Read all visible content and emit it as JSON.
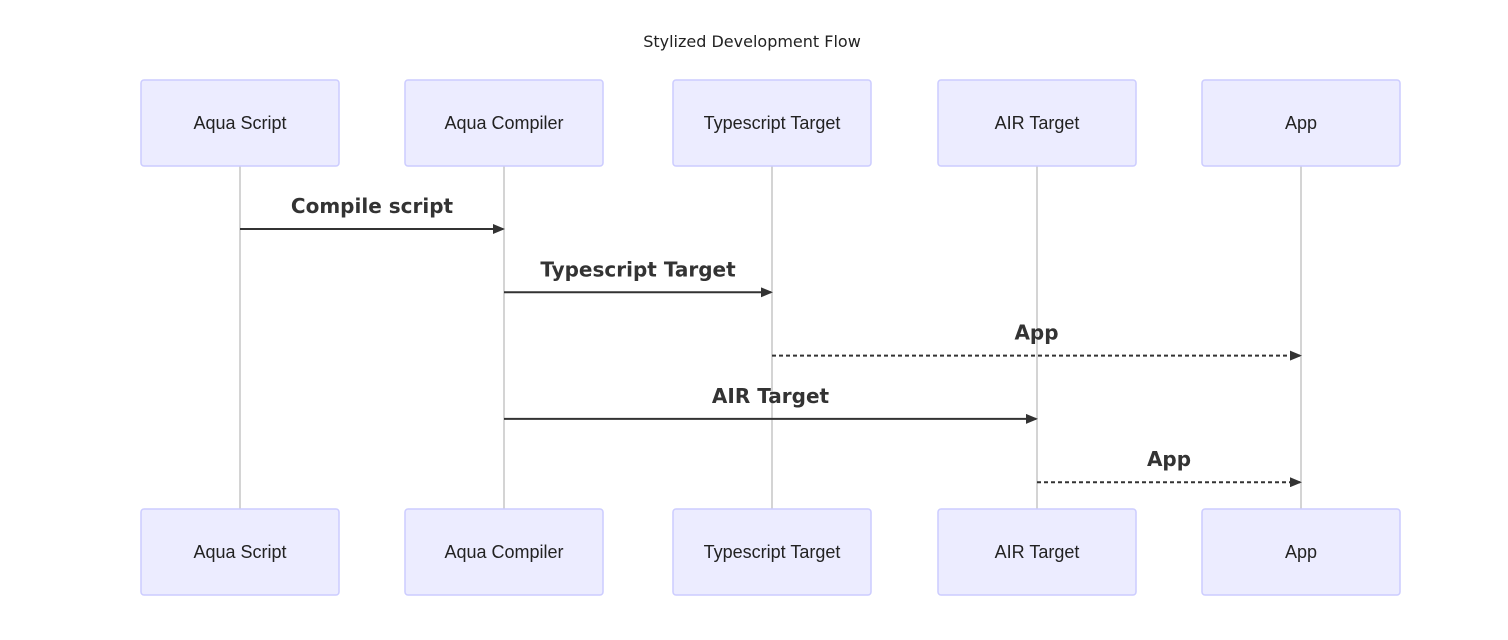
{
  "diagram": {
    "title": "Stylized Development Flow",
    "participants": [
      {
        "id": "aqua_script",
        "label": "Aqua Script"
      },
      {
        "id": "aqua_compiler",
        "label": "Aqua Compiler"
      },
      {
        "id": "typescript_target",
        "label": "Typescript Target"
      },
      {
        "id": "air_target",
        "label": "AIR Target"
      },
      {
        "id": "app",
        "label": "App"
      }
    ],
    "messages": [
      {
        "from": "aqua_script",
        "to": "aqua_compiler",
        "label": "Compile script",
        "style": "solid"
      },
      {
        "from": "aqua_compiler",
        "to": "typescript_target",
        "label": "Typescript Target",
        "style": "solid"
      },
      {
        "from": "typescript_target",
        "to": "app",
        "label": "App",
        "style": "dashed"
      },
      {
        "from": "aqua_compiler",
        "to": "air_target",
        "label": "AIR Target",
        "style": "solid"
      },
      {
        "from": "air_target",
        "to": "app",
        "label": "App",
        "style": "dashed"
      }
    ]
  },
  "colors": {
    "actor_fill": "#ECECFF",
    "actor_border": "#CCCCFF",
    "lifeline": "#AAAAAA",
    "message": "#333333"
  }
}
